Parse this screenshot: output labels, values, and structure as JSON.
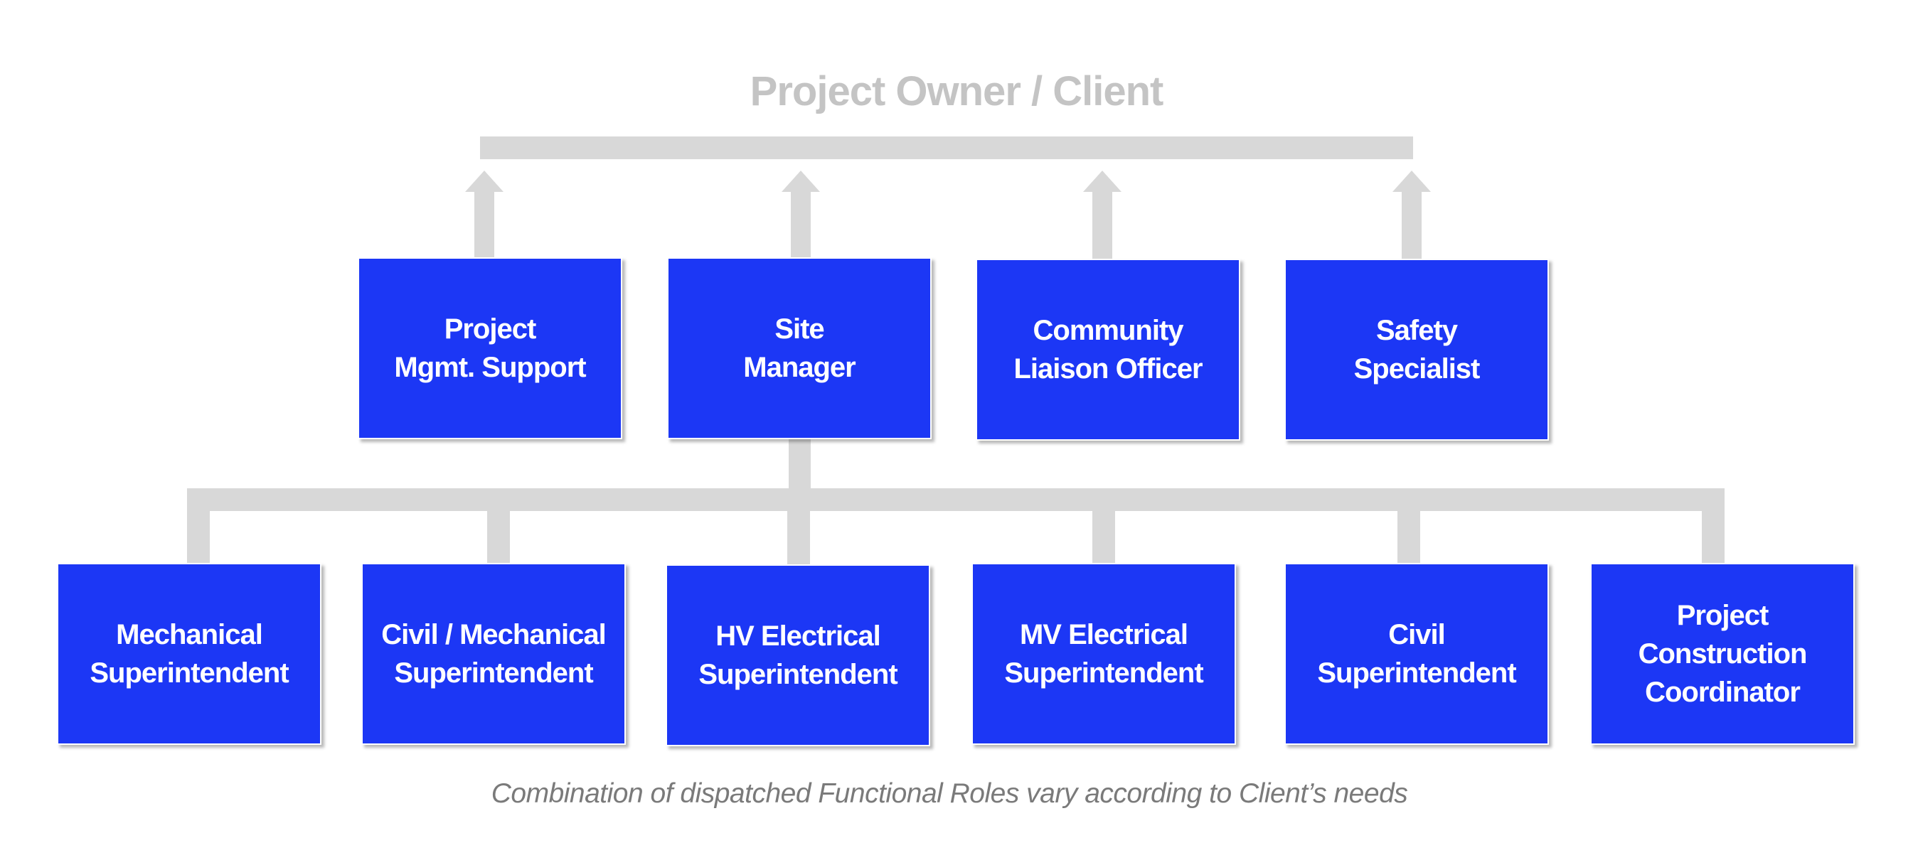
{
  "title": "Project Owner / Client",
  "colors": {
    "box_fill": "#1c37f5",
    "box_text": "#ffffff",
    "connector": "#d8d8d8",
    "title_text": "#c4c4c4",
    "caption_text": "#7a7a7a"
  },
  "top_roles": [
    {
      "line1": "Project",
      "line2": "Mgmt. Support"
    },
    {
      "line1": "Site",
      "line2": "Manager"
    },
    {
      "line1": "Community",
      "line2": "Liaison Officer"
    },
    {
      "line1": "Safety",
      "line2": "Specialist"
    }
  ],
  "bottom_roles": [
    {
      "line1": "Mechanical",
      "line2": "Superintendent",
      "line3": ""
    },
    {
      "line1": "Civil / Mechanical",
      "line2": "Superintendent",
      "line3": ""
    },
    {
      "line1": "HV Electrical",
      "line2": "Superintendent",
      "line3": ""
    },
    {
      "line1": "MV Electrical",
      "line2": "Superintendent",
      "line3": ""
    },
    {
      "line1": "Civil",
      "line2": "Superintendent",
      "line3": ""
    },
    {
      "line1": "Project",
      "line2": "Construction",
      "line3": "Coordinator"
    }
  ],
  "caption": "Combination of dispatched Functional Roles vary according to Client’s needs"
}
